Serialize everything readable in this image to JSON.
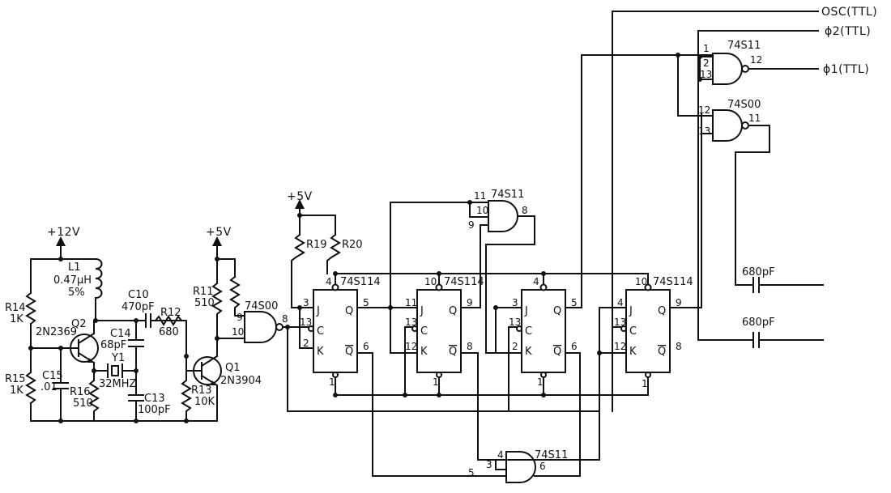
{
  "supplies": {
    "v12": "+12V",
    "v5a": "+5V",
    "v5b": "+5V"
  },
  "outputs": {
    "osc": "OSC(TTL)",
    "phi2": "ϕ2(TTL)",
    "phi1": "ϕ1(TTL)"
  },
  "parts": {
    "R14": {
      "ref": "R14",
      "val": "1K"
    },
    "R15": {
      "ref": "R15",
      "val": "1K"
    },
    "R16": {
      "ref": "R16",
      "val": "510"
    },
    "R11": {
      "ref": "R11",
      "val": "510"
    },
    "R12": {
      "ref": "R12",
      "val": "680"
    },
    "R13": {
      "ref": "R13",
      "val": "10K"
    },
    "R19": {
      "ref": "R19"
    },
    "R20": {
      "ref": "R20"
    },
    "L1": {
      "ref": "L1",
      "val": "0.47μH",
      "tol": "5%"
    },
    "Q2": {
      "ref": "Q2",
      "type": "2N2369"
    },
    "Q1": {
      "ref": "Q1",
      "type": "2N3904"
    },
    "C15": {
      "ref": "C15",
      "val": ".01"
    },
    "C14": {
      "ref": "C14",
      "val": "68pF"
    },
    "C10": {
      "ref": "C10",
      "val": "470pF"
    },
    "C13": {
      "ref": "C13",
      "val": "100pF"
    },
    "Y1": {
      "ref": "Y1",
      "val": "32MHZ"
    },
    "cA": {
      "val": "680pF"
    },
    "cB": {
      "val": "680pF"
    }
  },
  "gates": {
    "nand_q1": {
      "type": "74S00",
      "pins": [
        "9",
        "10",
        "8"
      ]
    },
    "and_top": {
      "type": "74S11",
      "pins": [
        "11",
        "10",
        "9",
        "8"
      ]
    },
    "and_bot": {
      "type": "74S11",
      "pins": [
        "4",
        "3",
        "5",
        "6"
      ]
    },
    "and_phi1": {
      "type": "74S11",
      "pins": [
        "1",
        "2",
        "13",
        "12"
      ]
    },
    "nand_top": {
      "type": "74S00",
      "pins": [
        "12",
        "13",
        "11"
      ]
    }
  },
  "flipflops": [
    {
      "type": "74S114",
      "pins": {
        "vcc": "4",
        "j": "3",
        "c": "13",
        "k": "2",
        "q": "5",
        "qn": "6",
        "gnd": "1"
      },
      "labels": {
        "j": "J",
        "c": "C",
        "k": "K",
        "q": "Q",
        "qn": "Q"
      }
    },
    {
      "type": "74S114",
      "pins": {
        "vcc": "10",
        "j": "11",
        "c": "13",
        "k": "12",
        "q": "9",
        "qn": "8",
        "gnd": "1"
      },
      "labels": {
        "j": "J",
        "c": "C",
        "k": "K",
        "q": "Q",
        "qn": "Q"
      }
    },
    {
      "type": "",
      "pins": {
        "vcc": "4",
        "j": "3",
        "c": "13",
        "k": "2",
        "q": "5",
        "qn": "6",
        "gnd": "1"
      },
      "labels": {
        "j": "J",
        "c": "C",
        "k": "K",
        "q": "Q",
        "qn": "Q"
      }
    },
    {
      "type": "74S114",
      "pins": {
        "vcc": "10",
        "j": "4",
        "c": "13",
        "k": "12",
        "q": "9",
        "qn": "8",
        "gnd": "1"
      },
      "labels": {
        "j": "J",
        "c": "C",
        "k": "K",
        "q": "Q",
        "qn": "Q"
      }
    }
  ]
}
